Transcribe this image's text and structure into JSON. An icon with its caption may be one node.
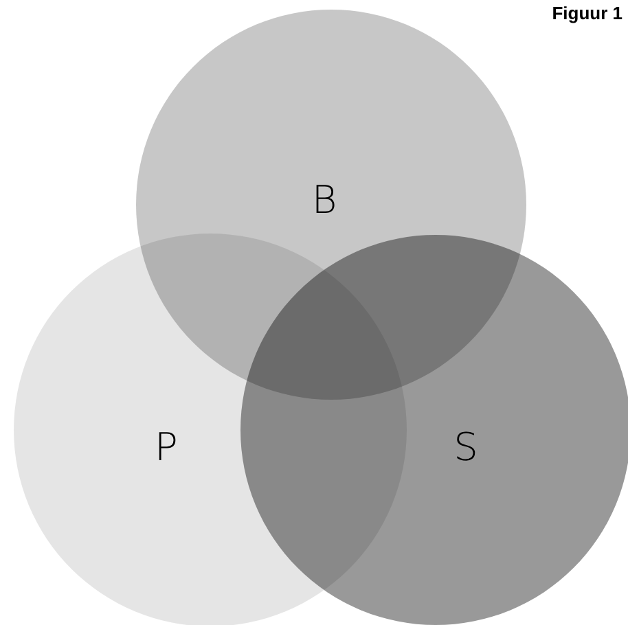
{
  "diagram": {
    "title": "Figuur 1",
    "nodes": [
      {
        "text": [
          "B"
        ]
      },
      {
        "text": [
          "P"
        ]
      },
      {
        "text": [
          "S"
        ]
      }
    ],
    "edges": []
  }
}
